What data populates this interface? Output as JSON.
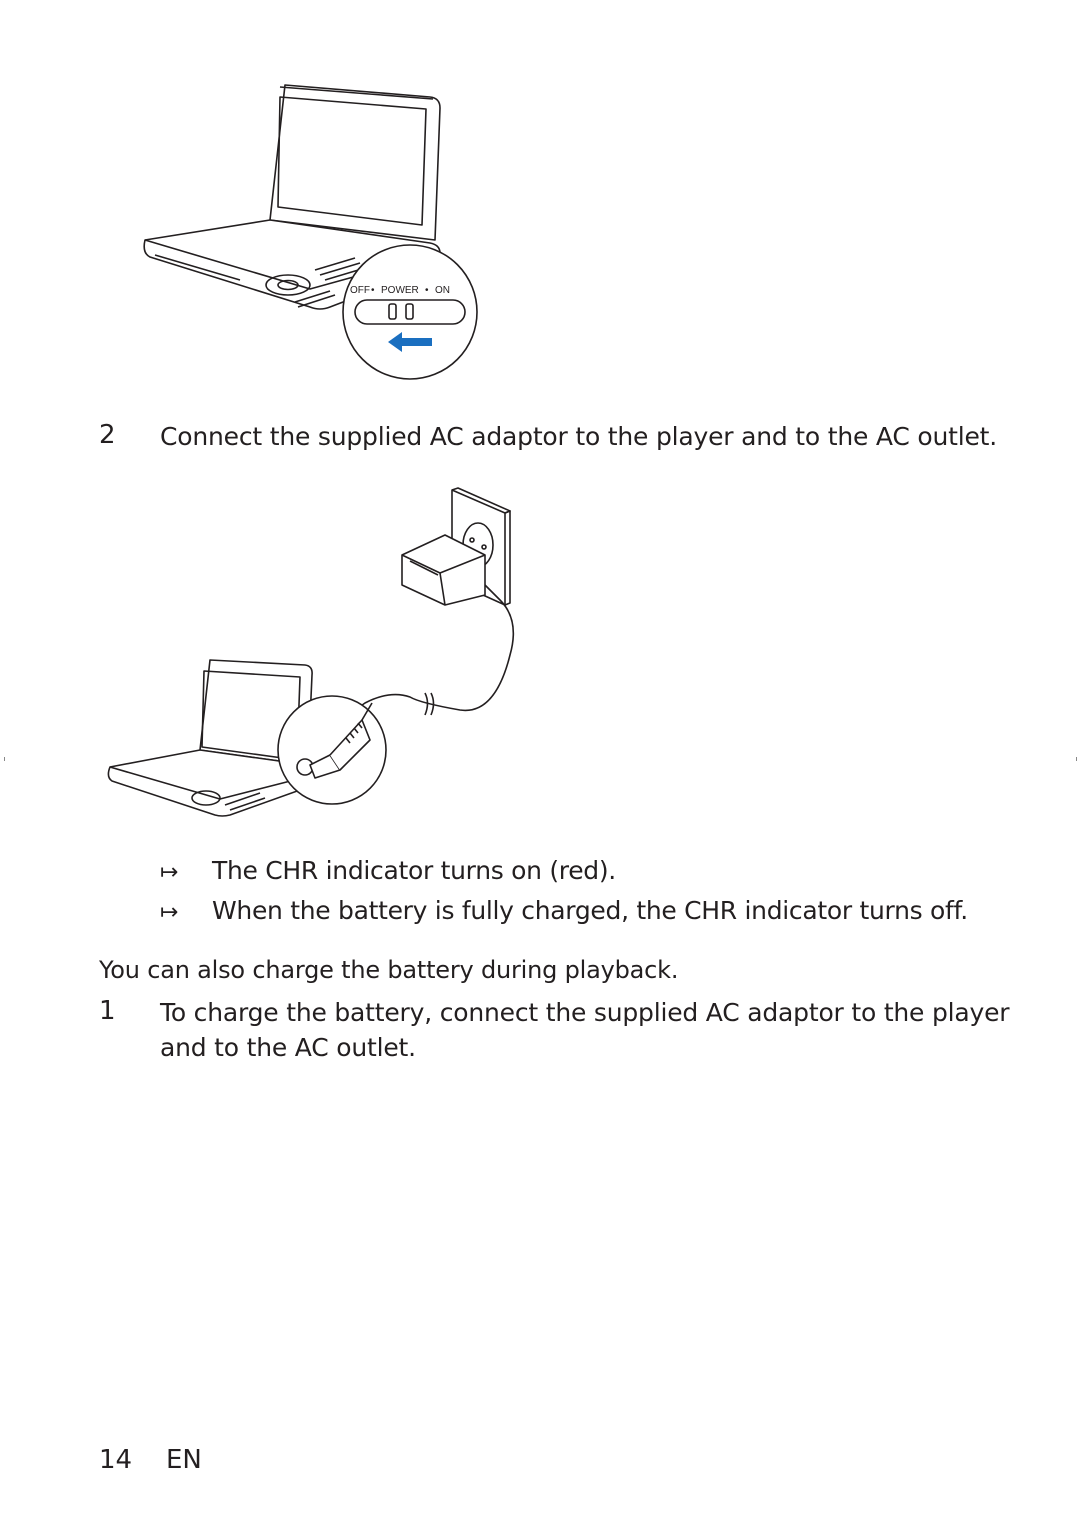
{
  "figure1": {
    "switch_label_off": "OFF",
    "switch_label_power": "POWER",
    "switch_label_on": "ON",
    "arrow_color": "#1a6fc0"
  },
  "step2": {
    "number": "2",
    "text": "Connect the supplied AC adaptor to the player and to the AC outlet."
  },
  "results": [
    {
      "arrow": "↦",
      "pre": "The ",
      "term": "CHR",
      "post": " indicator turns on (red)."
    },
    {
      "arrow": "↦",
      "pre": "When the battery is fully charged, the ",
      "term": "CHR",
      "post": " indicator turns off."
    }
  ],
  "heading": "You can also charge the battery during playback.",
  "step1": {
    "number": "1",
    "line1": "To charge the battery, connect the supplied AC adaptor to the player",
    "line2": "and to the AC outlet."
  },
  "footer": {
    "page": "14",
    "lang": "EN"
  }
}
